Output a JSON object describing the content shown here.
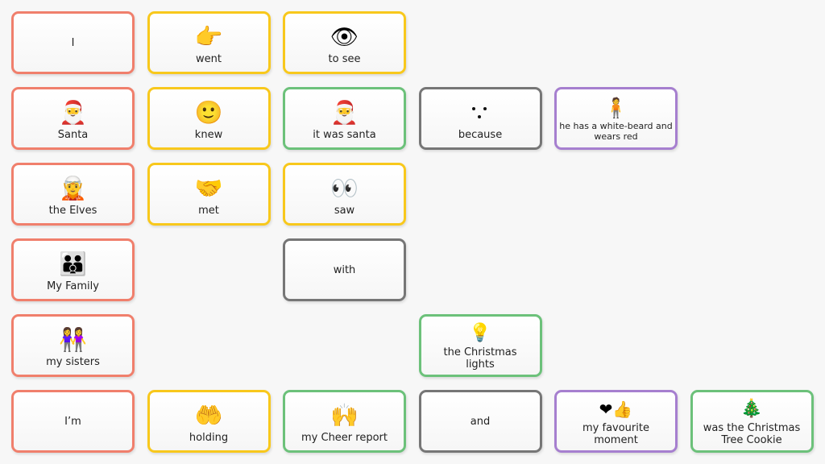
{
  "colors": {
    "red": "#f07f6c",
    "yellow": "#f8c81c",
    "green": "#6cc17a",
    "gray": "#767676",
    "purple": "#a67fcf"
  },
  "cards": [
    {
      "label": "I",
      "icon": null
    },
    {
      "label": "went",
      "icon": "pointing-hand-icon",
      "glyph": "👉"
    },
    {
      "label": "to see",
      "icon": "eye-looking-icon",
      "glyph": "👁"
    },
    {
      "label": "Santa",
      "icon": "santa-icon",
      "glyph": "🎅"
    },
    {
      "label": "knew",
      "icon": "thinking-face-icon",
      "glyph": "🙂"
    },
    {
      "label": "it was santa",
      "icon": "santa-icon",
      "glyph": "🎅"
    },
    {
      "label": "because",
      "icon": "because-dots-icon"
    },
    {
      "label": "he has a white-beard and wears red",
      "icon": "person-icon",
      "glyph": "🧍"
    },
    {
      "label": "the Elves",
      "icon": "elves-icon",
      "glyph": "🧝"
    },
    {
      "label": "met",
      "icon": "people-meeting-icon",
      "glyph": "🤝"
    },
    {
      "label": "saw",
      "icon": "eyes-icon",
      "glyph": "👀"
    },
    {
      "label": "My Family",
      "icon": "family-icon",
      "glyph": "👪"
    },
    {
      "label": "with",
      "icon": null
    },
    {
      "label": "my sisters",
      "icon": "sisters-icon",
      "glyph": "👭"
    },
    {
      "label": "the Christmas lights",
      "icon": "light-bulb-icon",
      "glyph": "💡"
    },
    {
      "label": "I’m",
      "icon": null
    },
    {
      "label": "holding",
      "icon": "holding-icon",
      "glyph": "🤲"
    },
    {
      "label": "my Cheer report",
      "icon": "cheer-icon",
      "glyph": "🙌"
    },
    {
      "label": "and",
      "icon": null
    },
    {
      "label": "my favourite moment",
      "icon": "heart-thumbs-up-icon",
      "glyph": "❤👍"
    },
    {
      "label": "was the Christmas Tree Cookie",
      "icon": "christmas-tree-icon",
      "glyph": "🎄"
    }
  ]
}
